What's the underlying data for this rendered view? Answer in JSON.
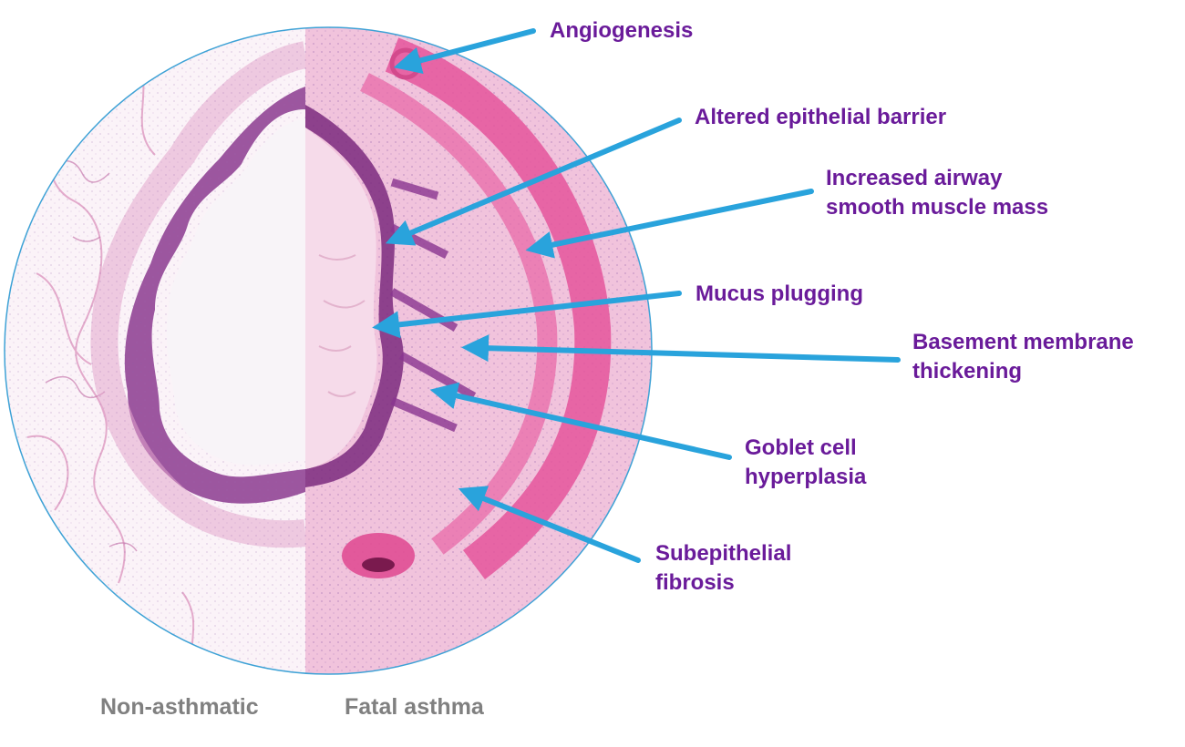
{
  "captions": {
    "left": "Non-asthmatic",
    "right": "Fatal asthma"
  },
  "annotations": [
    {
      "id": "angiogenesis",
      "lines": [
        "Angiogenesis"
      ]
    },
    {
      "id": "epithelial",
      "lines": [
        "Altered epithelial barrier"
      ]
    },
    {
      "id": "muscle",
      "lines": [
        "Increased airway",
        "smooth muscle mass"
      ]
    },
    {
      "id": "mucus",
      "lines": [
        "Mucus plugging"
      ]
    },
    {
      "id": "basement",
      "lines": [
        "Basement membrane",
        "thickening"
      ]
    },
    {
      "id": "goblet",
      "lines": [
        "Goblet cell",
        "hyperplasia"
      ]
    },
    {
      "id": "fibrosis",
      "lines": [
        "Subepithelial",
        "fibrosis"
      ]
    }
  ],
  "colors": {
    "label": "#6a1b9a",
    "arrow": "#29a3dc",
    "caption": "#808080",
    "circle_border": "#3ea2d6",
    "tissue_pink": "#f3c2dc",
    "muscle_pink": "#e5559b",
    "epithelium_purple": "#7b2a7e",
    "lumen": "#f8f4f8"
  }
}
